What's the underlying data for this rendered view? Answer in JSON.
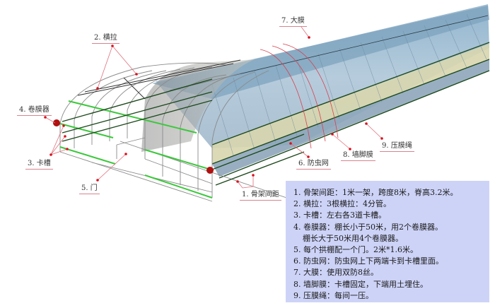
{
  "callouts": {
    "c1": "1. 骨架间距",
    "c2": "2. 横拉",
    "c3": "3. 卡槽",
    "c4": "4. 卷膜器",
    "c5": "5. 门",
    "c6": "6. 防虫网",
    "c7": "7. 大膜",
    "c8": "8. 墙脚膜",
    "c9": "9. 压膜绳"
  },
  "notes": [
    "1. 骨架间距：1米一架，跨度8米，脊高3.2米。",
    "2. 横拉：3根横拉：4分管。",
    "3. 卡槽：左右各3道卡槽。",
    "4. 卷膜器：棚长小于50米，用2个卷膜器。",
    "棚长大于50米用4个卷膜器。",
    "5. 每个拱棚配一个门。2米*1.6米。",
    "6. 防虫网：防虫网上下两端卡到卡槽里面。",
    "7. 大膜：使用双防8丝。",
    "8. 墙脚膜：卡槽固定，下端用土埋住。",
    "9. 压膜绳：每间一压。"
  ],
  "colors": {
    "frame": "#8a8a8a",
    "groove_green": "#3cc83c",
    "groove_dark": "#1e4a1e",
    "film_blue": "#8fb0c8",
    "insect_net": "#d8d6ae",
    "leader_red": "#d9404e",
    "notes_bg": "#cdd3f7",
    "roller_red": "#b01010"
  }
}
